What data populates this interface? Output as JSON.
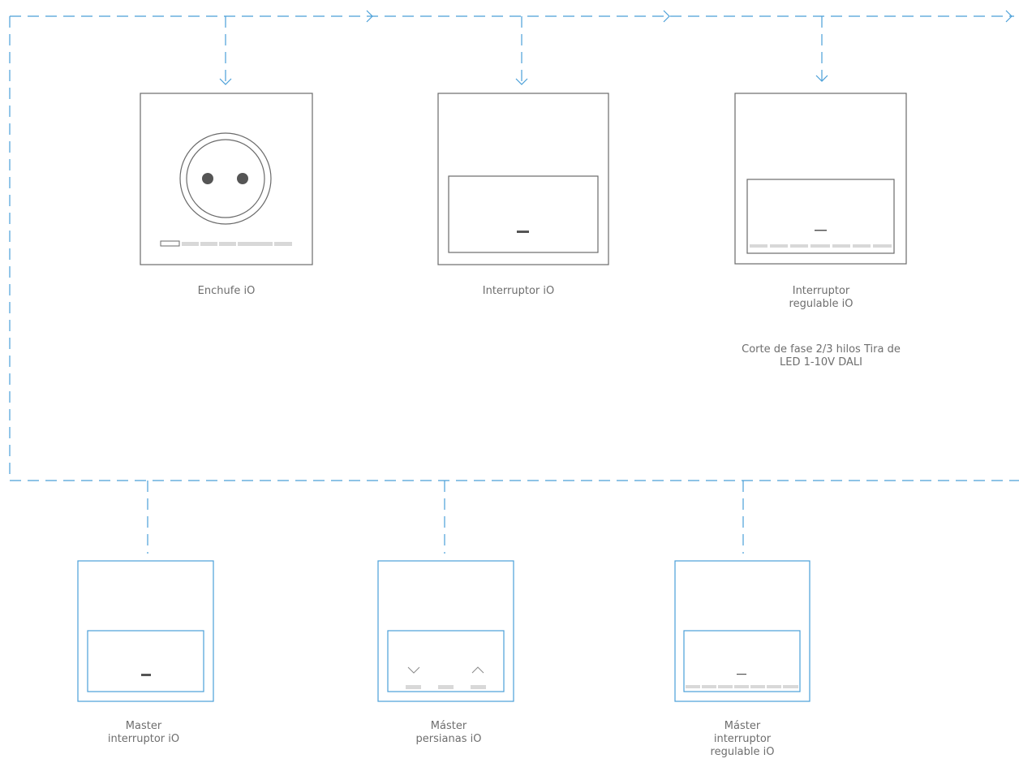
{
  "top_devices": [
    {
      "id": "enchufe",
      "label_lines": [
        "Enchufe iO"
      ]
    },
    {
      "id": "interruptor",
      "label_lines": [
        "Interruptor iO"
      ]
    },
    {
      "id": "interruptor-regulable",
      "label_lines": [
        "Interruptor",
        "regulable iO"
      ],
      "notes": [
        "Corte de fase 2/3 hilos",
        "Tira de LED",
        "1-10V",
        "DALI"
      ]
    }
  ],
  "bottom_devices": [
    {
      "id": "master-interruptor",
      "label_lines": [
        "Master",
        "interruptor iO"
      ]
    },
    {
      "id": "master-persianas",
      "label_lines": [
        "Máster",
        "persianas iO"
      ]
    },
    {
      "id": "master-interruptor-regulable",
      "label_lines": [
        "Máster",
        "interruptor",
        "regulable iO"
      ]
    }
  ],
  "colors": {
    "link": "#4a9fd8",
    "device_top": "#6a6a6a",
    "device_bottom": "#4a9fd8",
    "indicator": "#d8d8d8",
    "dark": "#555555"
  }
}
